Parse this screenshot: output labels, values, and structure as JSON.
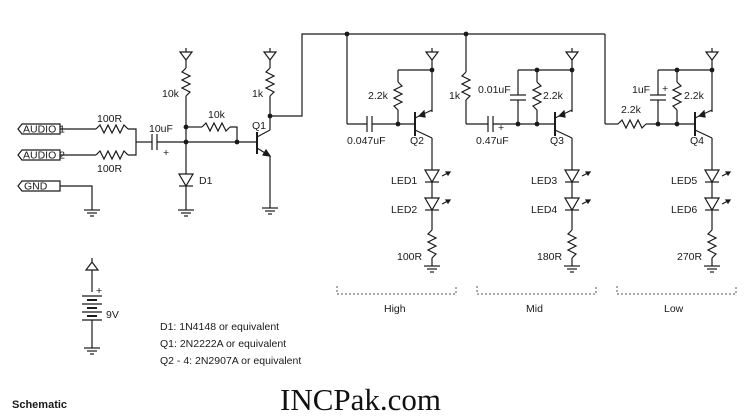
{
  "inputs": {
    "audio1": "AUDIO 1",
    "audio2": "AUDIO 2",
    "gnd": "GND"
  },
  "components": {
    "r_in1": "100R",
    "r_in2": "100R",
    "c_in": "10uF",
    "r_bias_top": "10k",
    "r_fb": "10k",
    "d1": "D1",
    "q1": "Q1",
    "r_q1": "1k",
    "c_high": "0.047uF",
    "r_high": "2.2k",
    "q2": "Q2",
    "led1": "LED1",
    "led2": "LED2",
    "r_led_high": "100R",
    "r_mid_top": "1k",
    "c_mid_fb": "0.01uF",
    "r_mid": "2.2k",
    "c_mid": "0.47uF",
    "q3": "Q3",
    "led3": "LED3",
    "led4": "LED4",
    "r_led_mid": "180R",
    "c_low_fb": "1uF",
    "r_low_in": "2.2k",
    "r_low": "2.2k",
    "q4": "Q4",
    "led5": "LED5",
    "led6": "LED6",
    "r_led_low": "270R",
    "battery": "9V"
  },
  "bands": {
    "high": "High",
    "mid": "Mid",
    "low": "Low"
  },
  "notes": [
    "D1: 1N4148 or equivalent",
    "Q1: 2N2222A or equivalent",
    "Q2 - 4: 2N2907A or equivalent"
  ],
  "footer": {
    "caption": "Schematic",
    "watermark": "INCPak.com"
  }
}
